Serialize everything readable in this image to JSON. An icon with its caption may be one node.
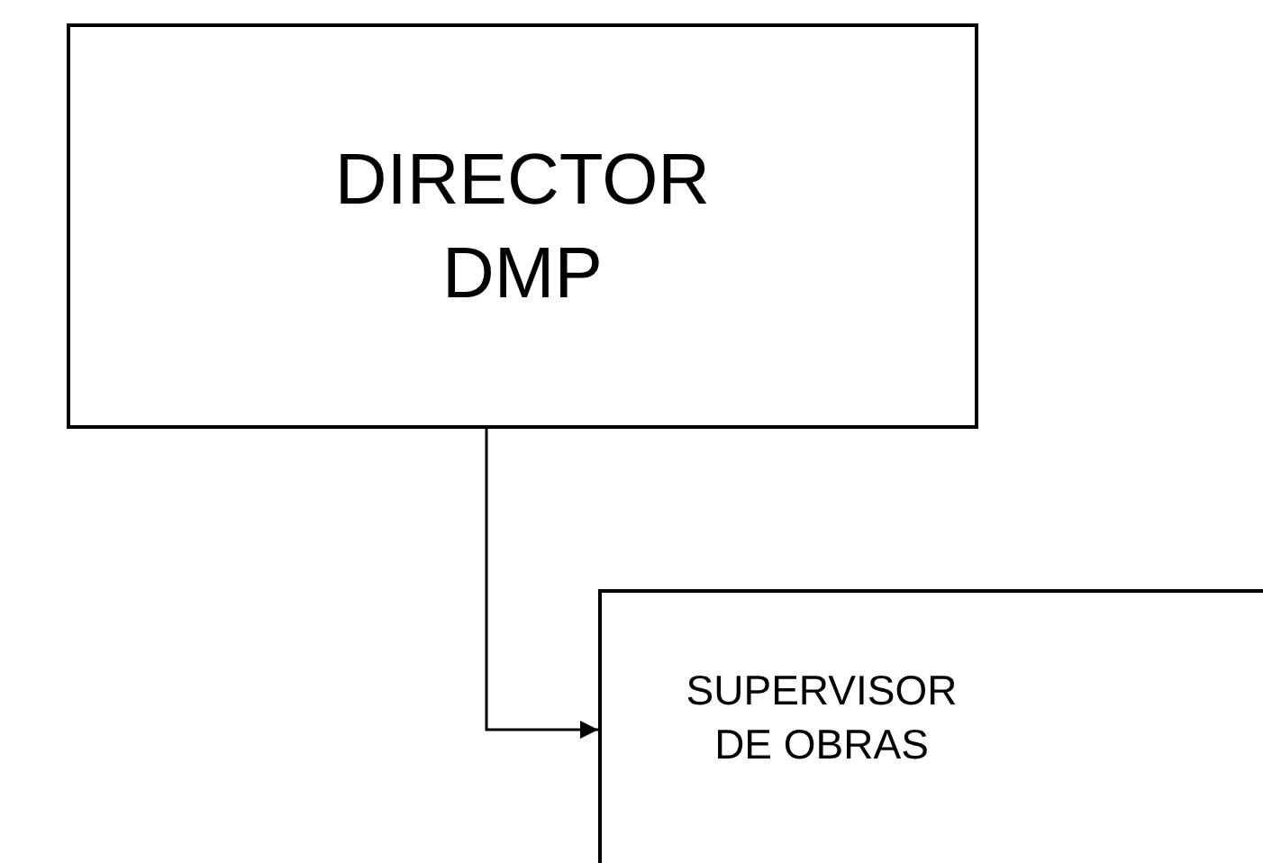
{
  "diagram": {
    "nodes": [
      {
        "text": [
          "DIRECTOR DMP"
        ]
      },
      {
        "text": [
          "SUPERVISOR DE OBRAS"
        ]
      }
    ],
    "edges": [
      {
        "from": 0,
        "to": 1,
        "arrow": "to"
      }
    ]
  }
}
